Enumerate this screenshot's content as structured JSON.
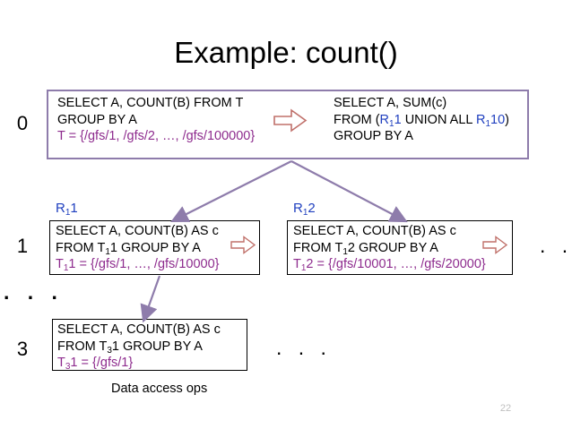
{
  "slide": {
    "title": "Example: count()",
    "caption": "Data access ops",
    "number": "22",
    "colors": {
      "top_box_border": "#8E7CAB",
      "sub_box_border": "#000000",
      "purple_text": "#8E2C8E",
      "blue_text": "#1F3FBF",
      "arrow_purple": "#8E7CAB",
      "block_arrow_outline": "#C0706A",
      "slide_number": "#BFBFBF"
    }
  },
  "levels": {
    "level0": "0",
    "level1": "1",
    "level3": "3",
    "ellipsis_left": ". . ."
  },
  "ellipses": {
    "row1_right": ". . .",
    "row3_right": ". . ."
  },
  "top_box": {
    "left_query": {
      "line1": "SELECT A, COUNT(B) FROM T",
      "line2": "GROUP BY A",
      "line3_prefix": "T = {/gfs/1, /gfs/2, …, /gfs/100000}"
    },
    "right_query": {
      "line1": "SELECT A, SUM(c)",
      "line2_a": "FROM (",
      "line2_r1": "R",
      "line2_r1_sub": "1",
      "line2_r1_num": "1",
      "line2_b": " UNION ALL ",
      "line2_r2": "R",
      "line2_r2_sub": "1",
      "line2_r2_num": "10",
      "line2_c": ")",
      "line3": "GROUP BY A"
    },
    "block_arrow": "right-block-arrow"
  },
  "row1": {
    "left": {
      "label_r": "R",
      "label_sub": "1",
      "label_num": "1",
      "line1": "SELECT A, COUNT(B) AS c",
      "line2_a": "FROM T",
      "line2_sub": "1",
      "line2_b": "1  GROUP BY A",
      "line3_a": "T",
      "line3_sub": "1",
      "line3_b": "1 = {/gfs/1, …, /gfs/10000}"
    },
    "right": {
      "label_r": "R",
      "label_sub": "1",
      "label_num": "2",
      "line1": "SELECT A, COUNT(B) AS c",
      "line2_a": "FROM T",
      "line2_sub": "1",
      "line2_b": "2 GROUP BY A",
      "line3_a": "T",
      "line3_sub": "1",
      "line3_b": "2 = {/gfs/10001, …, /gfs/20000}"
    }
  },
  "row3": {
    "line1": "SELECT A, COUNT(B) AS c",
    "line2_a": "FROM T",
    "line2_sub": "3",
    "line2_b": "1 GROUP BY A",
    "line3_a": "T",
    "line3_sub": "3",
    "line3_b": "1 = {/gfs/1}"
  }
}
